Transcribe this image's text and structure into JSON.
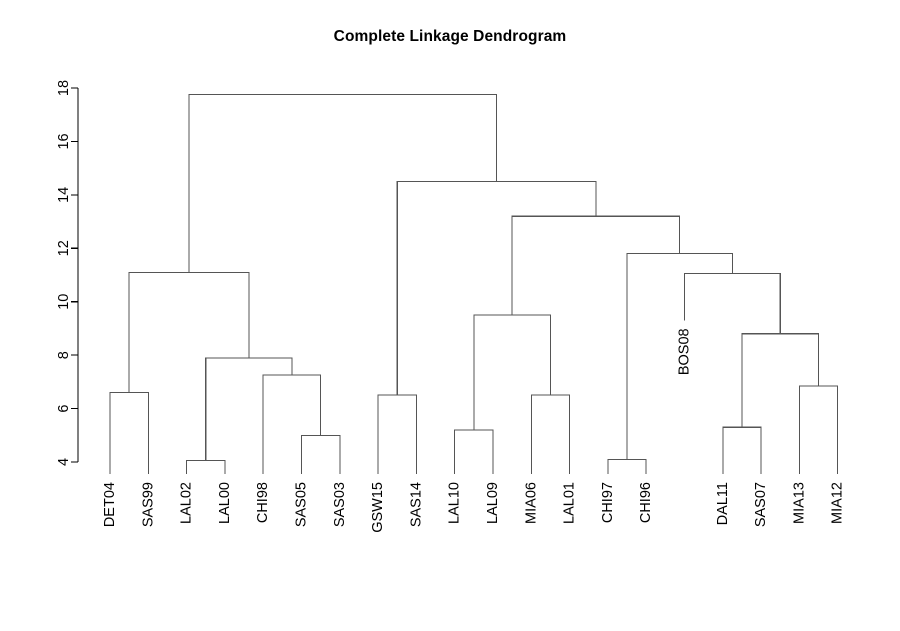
{
  "chart_data": {
    "type": "dendrogram",
    "title": "Complete Linkage Dendrogram",
    "xlabel": "",
    "ylabel": "",
    "ylim": [
      3.4,
      18.4
    ],
    "y_ticks": [
      4,
      6,
      8,
      10,
      12,
      14,
      16,
      18
    ],
    "grid": false,
    "legend": "none",
    "linkage_method": "complete",
    "leaf_label_rotation": 90,
    "leaves": [
      "DET04",
      "SAS99",
      "LAL02",
      "LAL00",
      "CHI98",
      "SAS05",
      "SAS03",
      "GSW15",
      "SAS14",
      "LAL10",
      "LAL09",
      "MIA06",
      "LAL01",
      "CHI97",
      "CHI96",
      "BOS08",
      "DAL11",
      "SAS07",
      "MIA13",
      "MIA12"
    ],
    "leaf_order": [
      "DET04",
      "SAS99",
      "LAL02",
      "LAL00",
      "CHI98",
      "SAS05",
      "SAS03",
      "GSW15",
      "SAS14",
      "LAL10",
      "LAL09",
      "MIA06",
      "LAL01",
      "CHI97",
      "CHI96",
      "BOS08",
      "DAL11",
      "SAS07",
      "MIA13",
      "MIA12"
    ],
    "n_leaves": 20,
    "merges": [
      {
        "id": "m1",
        "left": "DET04",
        "right": "SAS99",
        "height": 6.6
      },
      {
        "id": "m2",
        "left": "LAL02",
        "right": "LAL00",
        "height": 4.05
      },
      {
        "id": "m3",
        "left": "SAS05",
        "right": "SAS03",
        "height": 5.0
      },
      {
        "id": "m4",
        "left": "CHI98",
        "right": "m3",
        "height": 7.25
      },
      {
        "id": "m5",
        "left": "m2",
        "right": "m4",
        "height": 7.9
      },
      {
        "id": "m6",
        "left": "m1",
        "right": "m5",
        "height": 11.1
      },
      {
        "id": "m7",
        "left": "GSW15",
        "right": "SAS14",
        "height": 6.5
      },
      {
        "id": "m8",
        "left": "LAL10",
        "right": "LAL09",
        "height": 5.2
      },
      {
        "id": "m9",
        "left": "MIA06",
        "right": "LAL01",
        "height": 6.5
      },
      {
        "id": "m10",
        "left": "m8",
        "right": "m9",
        "height": 9.5
      },
      {
        "id": "m11",
        "left": "CHI97",
        "right": "CHI96",
        "height": 4.1
      },
      {
        "id": "m12",
        "left": "DAL11",
        "right": "SAS07",
        "height": 5.3
      },
      {
        "id": "m13",
        "left": "MIA13",
        "right": "MIA12",
        "height": 6.85
      },
      {
        "id": "m14",
        "left": "m12",
        "right": "m13",
        "height": 8.8
      },
      {
        "id": "m15",
        "left": "BOS08",
        "right": "m14",
        "height": 11.05
      },
      {
        "id": "m16",
        "left": "m11",
        "right": "m15",
        "height": 11.8
      },
      {
        "id": "m17",
        "left": "m10",
        "right": "m16",
        "height": 13.2
      },
      {
        "id": "m18",
        "left": "m7",
        "right": "m17",
        "height": 14.5
      },
      {
        "id": "m19",
        "left": "m6",
        "right": "m18",
        "height": 17.75
      }
    ],
    "leaf_baselines": {
      "default": 3.55,
      "BOS08": 9.3
    },
    "colors": {
      "line": "#555555",
      "axis": "#000000",
      "text": "#000000",
      "background": "#ffffff"
    }
  }
}
